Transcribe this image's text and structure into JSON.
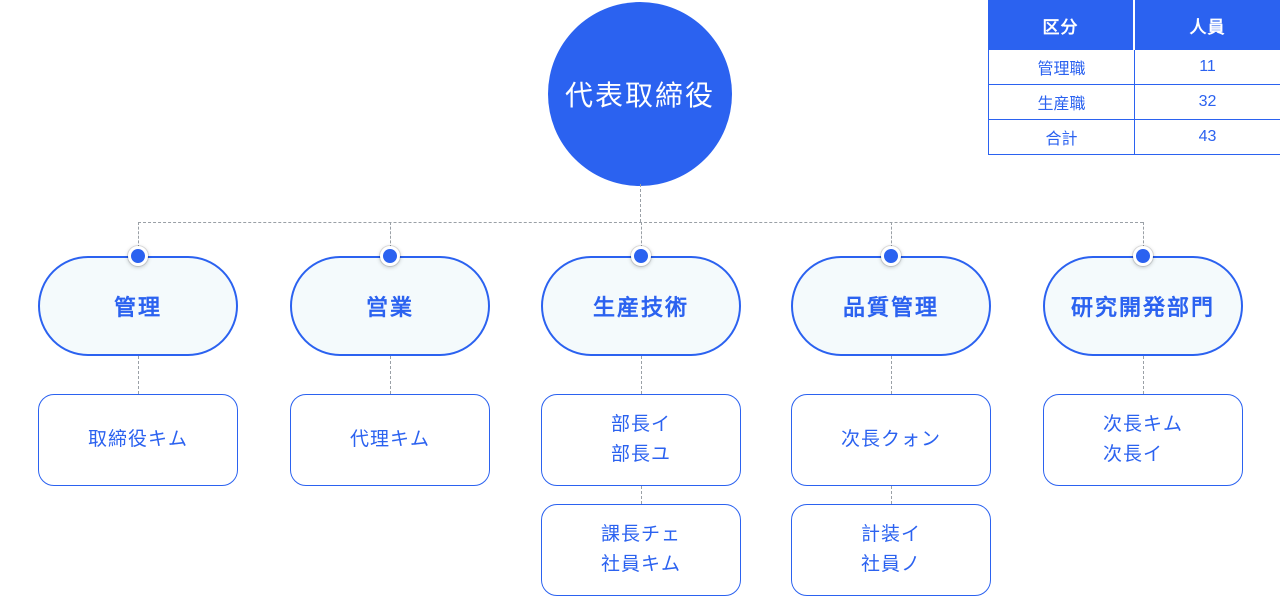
{
  "root": {
    "label": "代表取締役"
  },
  "summary_table": {
    "headers": [
      "区分",
      "人員"
    ],
    "rows": [
      [
        "管理職",
        "11"
      ],
      [
        "生産職",
        "32"
      ],
      [
        "合計",
        "43"
      ]
    ]
  },
  "departments": [
    {
      "label": "管理",
      "boxes": [
        {
          "lines": [
            "取締役キム"
          ]
        }
      ]
    },
    {
      "label": "営業",
      "boxes": [
        {
          "lines": [
            "代理キム"
          ]
        }
      ]
    },
    {
      "label": "生産技術",
      "boxes": [
        {
          "lines": [
            "部長イ",
            "部長ユ"
          ]
        },
        {
          "lines": [
            "課長チェ",
            "社員キム"
          ]
        }
      ]
    },
    {
      "label": "品質管理",
      "boxes": [
        {
          "lines": [
            "次長クォン"
          ]
        },
        {
          "lines": [
            "計装イ",
            "社員ノ"
          ]
        }
      ]
    },
    {
      "label": "研究開発部門",
      "boxes": [
        {
          "lines": [
            "次長キム",
            "次長イ"
          ]
        }
      ]
    }
  ],
  "colors": {
    "primary_blue": "#2B62F0",
    "pill_fill": "#F4FAFC",
    "connector_gray": "#9AA0A6",
    "background": "#FFFFFF"
  }
}
